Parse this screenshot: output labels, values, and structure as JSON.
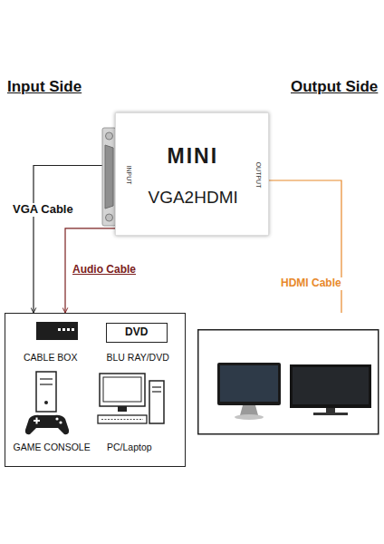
{
  "diagram": {
    "nodes": [
      {
        "text": [
          "MINI",
          "INPUT",
          "VGA2HDMI",
          "OUTPUT"
        ]
      },
      {
        "text": [
          "CABLE BOX",
          "BLU RAY/DVD",
          "GAME CONSOLE",
          "PC/Laptop"
        ]
      },
      {
        "text": [
          "DVD"
        ],
        "in": 1
      }
    ],
    "edges": [
      {
        "from": 0,
        "to": 1,
        "arrow": "to",
        "label": "VGA Cable"
      },
      {
        "from": 0,
        "to": 1,
        "arrow": "to",
        "label": "Audio Cable"
      }
    ],
    "labels": [
      "Input Side",
      "Output Side",
      "HDMI Cable"
    ]
  }
}
